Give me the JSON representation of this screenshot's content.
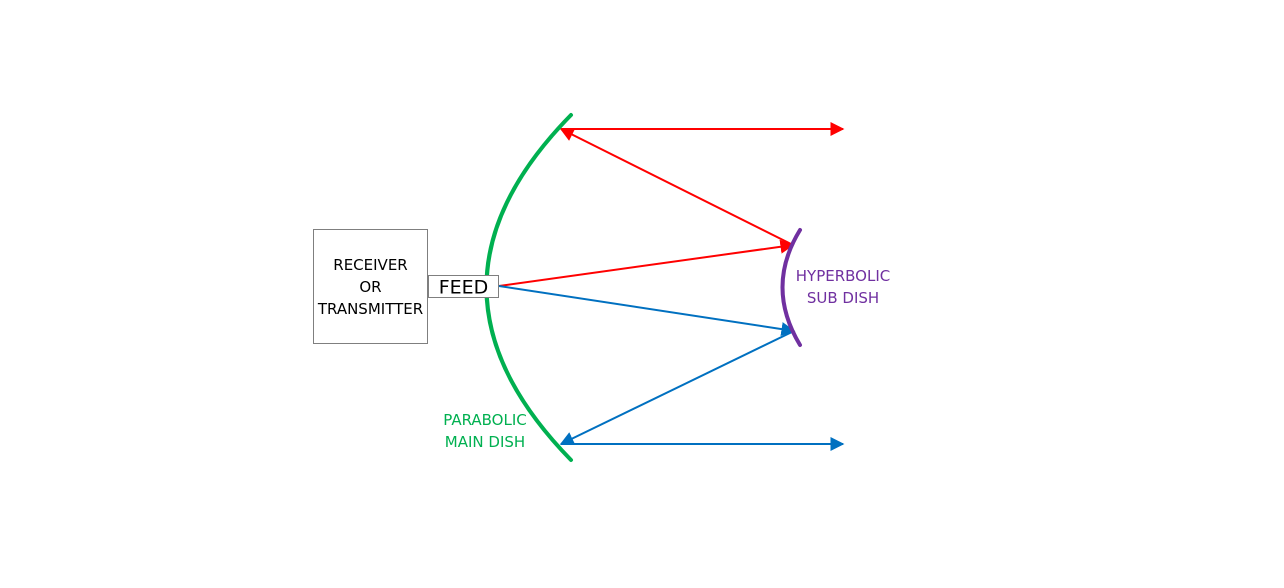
{
  "colors": {
    "background": "#ffffff",
    "box_border": "#7f7f7f",
    "main_dish": "#00b050",
    "sub_dish": "#7030a0",
    "ray_red": "#ff0000",
    "ray_blue": "#0070c0",
    "text": "#000000"
  },
  "receiver_box": {
    "line1": "RECEIVER",
    "line2": "OR",
    "line3": "TRANSMITTER"
  },
  "feed": {
    "label": "FEED"
  },
  "main_dish": {
    "line1": "PARABOLIC",
    "line2": "MAIN DISH"
  },
  "sub_dish": {
    "line1": "HYPERBOLIC",
    "line2": "SUB DISH"
  }
}
